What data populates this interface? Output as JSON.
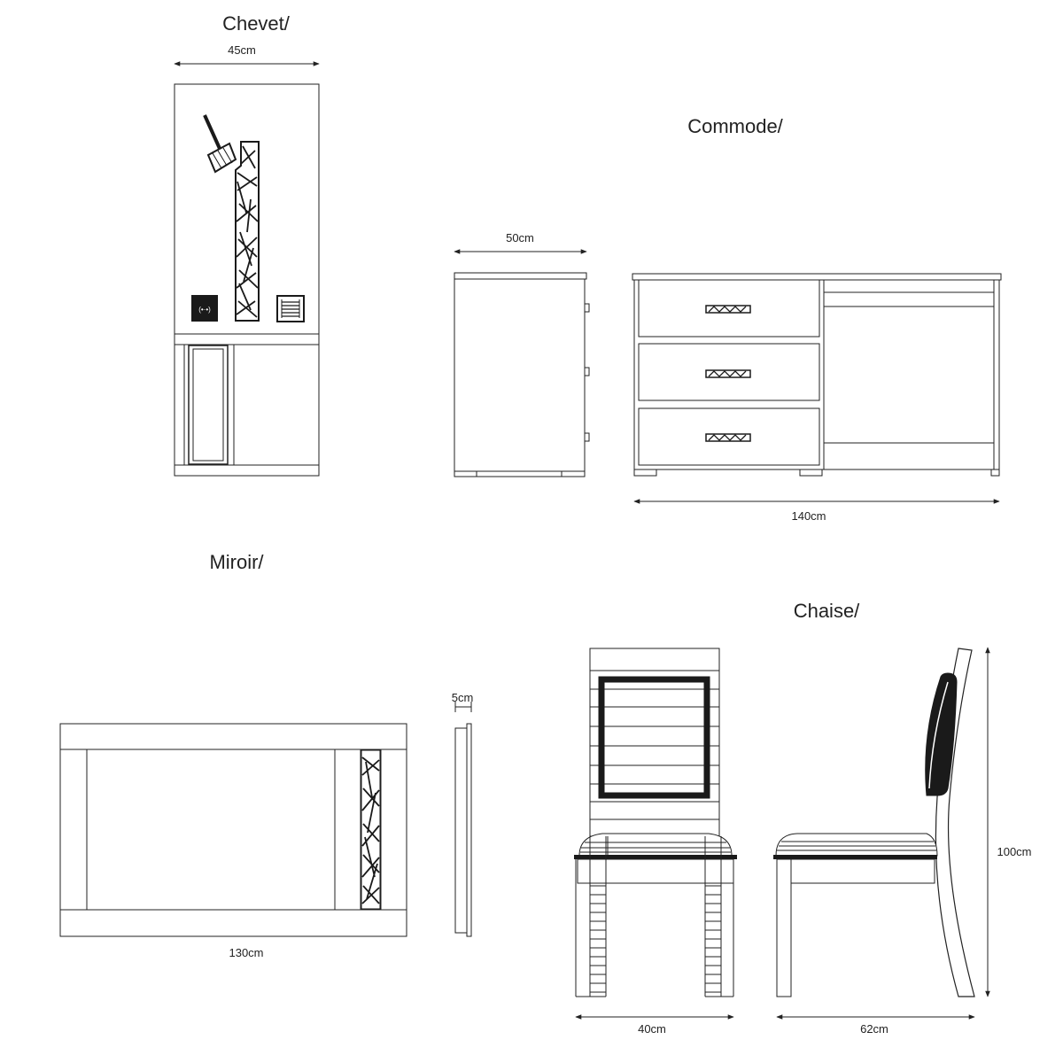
{
  "sections": {
    "chevet": {
      "title": "Chevet/",
      "width_label": "45cm"
    },
    "commode": {
      "title": "Commode/",
      "depth_label": "50cm",
      "width_label": "140cm"
    },
    "miroir": {
      "title": "Miroir/",
      "depth_label": "5cm",
      "width_label": "130cm"
    },
    "chaise": {
      "title": "Chaise/",
      "front_width_label": "40cm",
      "side_width_label": "62cm",
      "height_label": "100cm"
    }
  },
  "colors": {
    "line": "#222222",
    "accent_dark": "#1a1a1a",
    "background": "#ffffff"
  }
}
